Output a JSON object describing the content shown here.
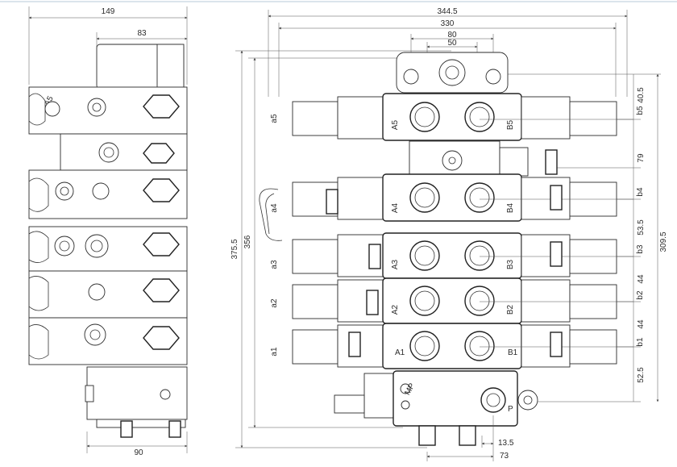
{
  "left_view": {
    "dims": {
      "total_width": "149",
      "coil_width": "83",
      "base_width": "90",
      "port_label": "A5"
    }
  },
  "front_view": {
    "dims": {
      "overall_width": "344.5",
      "body_width": "330",
      "flange_80": "80",
      "flange_50": "50",
      "overall_height": "375.5",
      "height_356": "356",
      "height_309_5": "309.5",
      "pitch_40_5": "40.5",
      "pitch_79": "79",
      "pitch_53_5": "53.5",
      "pitch_44a": "44",
      "pitch_44b": "44",
      "pitch_52_5": "52.5",
      "bottom_73": "73",
      "bottom_13_5": "13.5"
    },
    "sections": [
      {
        "a_coil": "a5",
        "a_port": "A5",
        "b_port": "B5",
        "b_coil": "b5"
      },
      {
        "a_coil": "a4",
        "a_port": "A4",
        "b_port": "B4",
        "b_coil": "b4"
      },
      {
        "a_coil": "a3",
        "a_port": "A3",
        "b_port": "B3",
        "b_coil": "b3"
      },
      {
        "a_coil": "a2",
        "a_port": "A2",
        "b_port": "B2",
        "b_coil": "b2"
      },
      {
        "a_coil": "a1",
        "a_port": "A1",
        "b_port": "B1",
        "b_coil": "b1"
      }
    ],
    "inlet": {
      "mp_label": "MP",
      "p_label": "P"
    }
  }
}
